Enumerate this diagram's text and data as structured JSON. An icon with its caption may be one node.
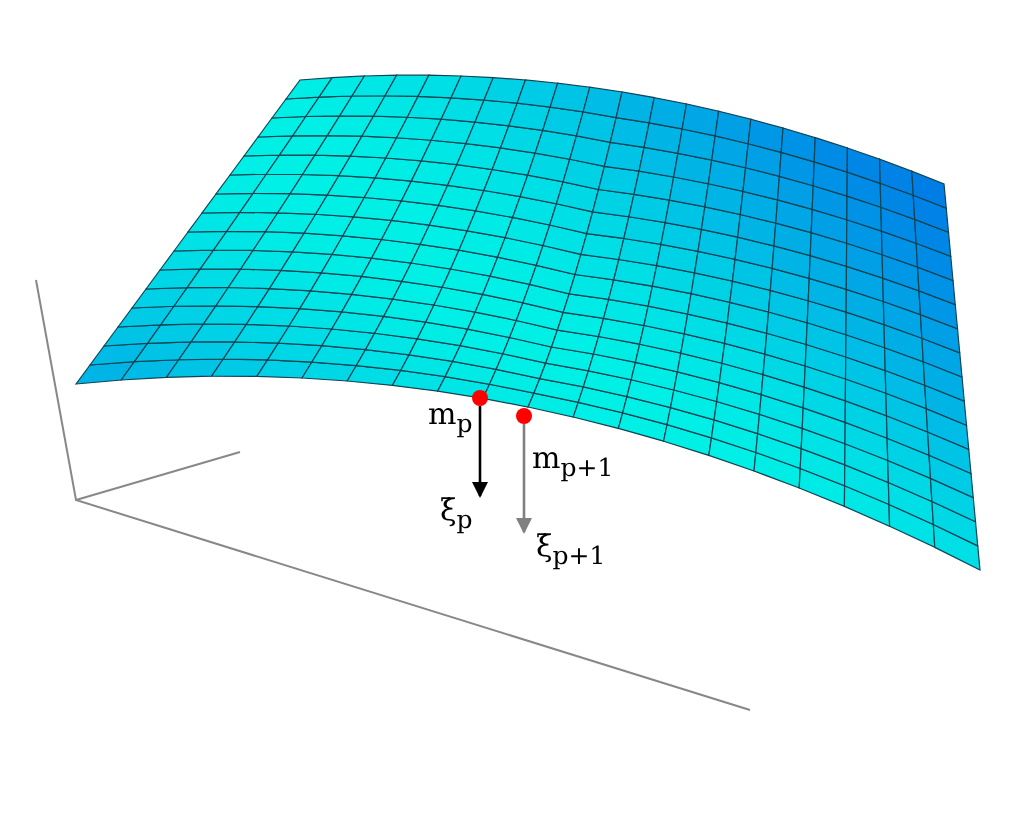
{
  "diagram": {
    "nodes": [
      {
        "text": [],
        "shape": "circle",
        "beside": [
          "m$_{p}$"
        ]
      },
      {
        "text": [
          "ξ̇$_{p}$"
        ]
      },
      {
        "text": [],
        "shape": "circle",
        "beside": [
          "m$_{p+1}$"
        ]
      },
      {
        "text": [
          "ξ̇$_{p+1}$"
        ]
      }
    ],
    "edges": [
      {
        "from": 0,
        "to": 1,
        "arrow": "to"
      },
      {
        "from": 2,
        "to": 3,
        "arrow": "to",
        "color": "#808080"
      }
    ]
  }
}
